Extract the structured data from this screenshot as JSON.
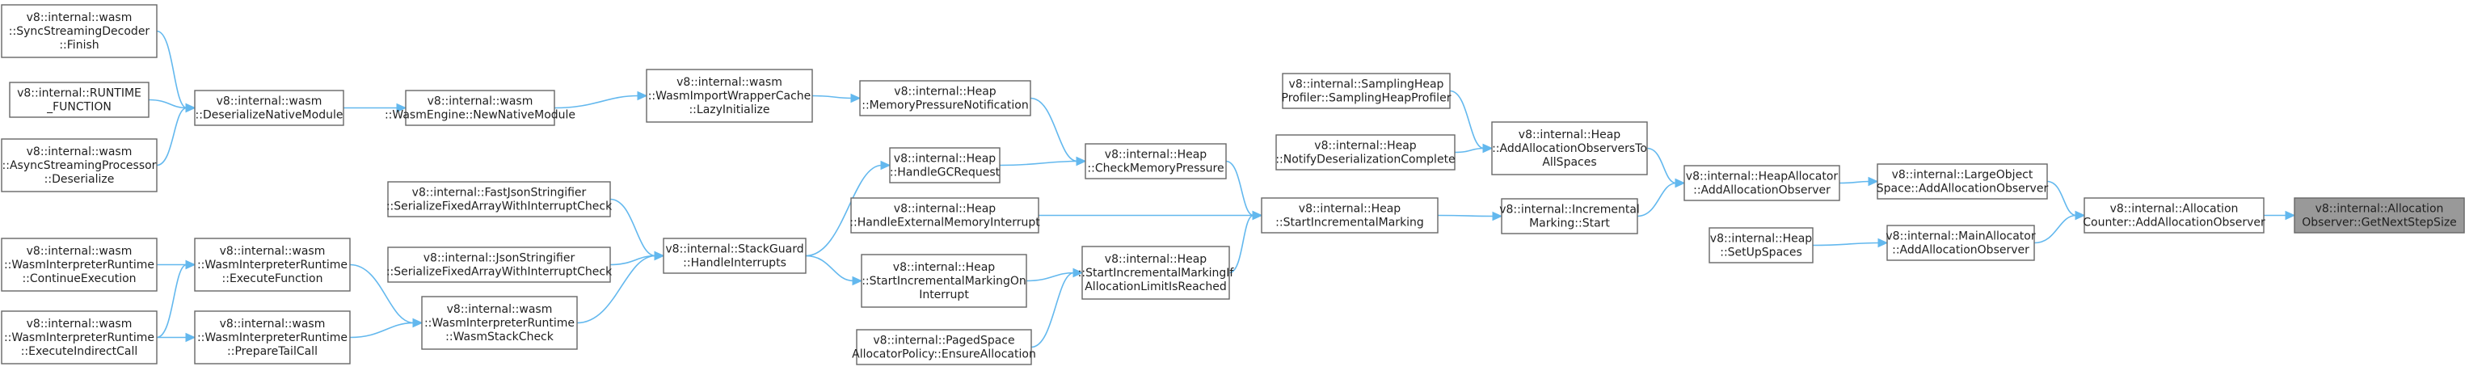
{
  "nodes": [
    {
      "id": "n0",
      "lines": [
        "v8::internal::Allocation",
        "Observer::GetNextStepSize"
      ]
    },
    {
      "id": "n1",
      "lines": [
        "v8::internal::Allocation",
        "Counter::AddAllocationObserver"
      ]
    },
    {
      "id": "n2",
      "lines": [
        "v8::internal::LargeObject",
        "Space::AddAllocationObserver"
      ]
    },
    {
      "id": "n3",
      "lines": [
        "v8::internal::MainAllocator",
        "::AddAllocationObserver"
      ]
    },
    {
      "id": "n4",
      "lines": [
        "v8::internal::HeapAllocator",
        "::AddAllocationObserver"
      ]
    },
    {
      "id": "n5",
      "lines": [
        "v8::internal::Heap",
        "::SetUpSpaces"
      ]
    },
    {
      "id": "n6",
      "lines": [
        "v8::internal::Heap",
        "::AddAllocationObserversTo",
        "AllSpaces"
      ]
    },
    {
      "id": "n7",
      "lines": [
        "v8::internal::Incremental",
        "Marking::Start"
      ]
    },
    {
      "id": "n8",
      "lines": [
        "v8::internal::SamplingHeap",
        "Profiler::SamplingHeapProfiler"
      ]
    },
    {
      "id": "n9",
      "lines": [
        "v8::internal::Heap",
        "::NotifyDeserializationComplete"
      ]
    },
    {
      "id": "n10",
      "lines": [
        "v8::internal::Heap",
        "::StartIncrementalMarking"
      ]
    },
    {
      "id": "n11",
      "lines": [
        "v8::internal::Heap",
        "::CheckMemoryPressure"
      ]
    },
    {
      "id": "n12",
      "lines": [
        "v8::internal::Heap",
        "::HandleExternalMemoryInterrupt"
      ]
    },
    {
      "id": "n13",
      "lines": [
        "v8::internal::Heap",
        "::StartIncrementalMarkingIf",
        "AllocationLimitIsReached"
      ]
    },
    {
      "id": "n14",
      "lines": [
        "v8::internal::Heap",
        "::HandleGCRequest"
      ]
    },
    {
      "id": "n15",
      "lines": [
        "v8::internal::Heap",
        "::MemoryPressureNotification"
      ]
    },
    {
      "id": "n16",
      "lines": [
        "v8::internal::Heap",
        "::StartIncrementalMarkingOn",
        "Interrupt"
      ]
    },
    {
      "id": "n17",
      "lines": [
        "v8::internal::PagedSpace",
        "AllocatorPolicy::EnsureAllocation"
      ]
    },
    {
      "id": "n18",
      "lines": [
        "v8::internal::StackGuard",
        "::HandleInterrupts"
      ]
    },
    {
      "id": "n19",
      "lines": [
        "v8::internal::wasm",
        "::WasmImportWrapperCache",
        "::LazyInitialize"
      ]
    },
    {
      "id": "n20",
      "lines": [
        "v8::internal::FastJsonStringifier",
        "::SerializeFixedArrayWithInterruptCheck"
      ]
    },
    {
      "id": "n21",
      "lines": [
        "v8::internal::JsonStringifier",
        "::SerializeFixedArrayWithInterruptCheck"
      ]
    },
    {
      "id": "n22",
      "lines": [
        "v8::internal::wasm",
        "::WasmInterpreterRuntime",
        "::WasmStackCheck"
      ]
    },
    {
      "id": "n23",
      "lines": [
        "v8::internal::wasm",
        "::WasmEngine::NewNativeModule"
      ]
    },
    {
      "id": "n24",
      "lines": [
        "v8::internal::wasm",
        "::WasmInterpreterRuntime",
        "::ExecuteFunction"
      ]
    },
    {
      "id": "n25",
      "lines": [
        "v8::internal::wasm",
        "::WasmInterpreterRuntime",
        "::PrepareTailCall"
      ]
    },
    {
      "id": "n26",
      "lines": [
        "v8::internal::wasm",
        "::DeserializeNativeModule"
      ]
    },
    {
      "id": "n27",
      "lines": [
        "v8::internal::wasm",
        "::WasmInterpreterRuntime",
        "::ContinueExecution"
      ]
    },
    {
      "id": "n28",
      "lines": [
        "v8::internal::wasm",
        "::WasmInterpreterRuntime",
        "::ExecuteIndirectCall"
      ]
    },
    {
      "id": "n29",
      "lines": [
        "v8::internal::wasm",
        "::SyncStreamingDecoder",
        "::Finish"
      ]
    },
    {
      "id": "n30",
      "lines": [
        "v8::internal::RUNTIME",
        "_FUNCTION"
      ]
    },
    {
      "id": "n31",
      "lines": [
        "v8::internal::wasm",
        "::AsyncStreamingProcessor",
        "::Deserialize"
      ]
    }
  ],
  "edges": [
    [
      "n1",
      "n0"
    ],
    [
      "n2",
      "n1"
    ],
    [
      "n3",
      "n1"
    ],
    [
      "n4",
      "n2"
    ],
    [
      "n5",
      "n3"
    ],
    [
      "n6",
      "n4"
    ],
    [
      "n7",
      "n4"
    ],
    [
      "n8",
      "n6"
    ],
    [
      "n9",
      "n6"
    ],
    [
      "n10",
      "n7"
    ],
    [
      "n11",
      "n10"
    ],
    [
      "n12",
      "n10"
    ],
    [
      "n13",
      "n10"
    ],
    [
      "n14",
      "n11"
    ],
    [
      "n15",
      "n11"
    ],
    [
      "n16",
      "n13"
    ],
    [
      "n17",
      "n13"
    ],
    [
      "n18",
      "n14"
    ],
    [
      "n19",
      "n15"
    ],
    [
      "n18",
      "n16"
    ],
    [
      "n20",
      "n18"
    ],
    [
      "n21",
      "n18"
    ],
    [
      "n22",
      "n18"
    ],
    [
      "n23",
      "n19"
    ],
    [
      "n24",
      "n22"
    ],
    [
      "n25",
      "n22"
    ],
    [
      "n26",
      "n23"
    ],
    [
      "n27",
      "n24"
    ],
    [
      "n28",
      "n24"
    ],
    [
      "n28",
      "n25"
    ],
    [
      "n29",
      "n26"
    ],
    [
      "n30",
      "n26"
    ],
    [
      "n31",
      "n26"
    ]
  ],
  "highlighted": "n0",
  "colors": {
    "edge": "#63b8ee",
    "node_border": "#666666",
    "highlight_fill": "#999999"
  }
}
